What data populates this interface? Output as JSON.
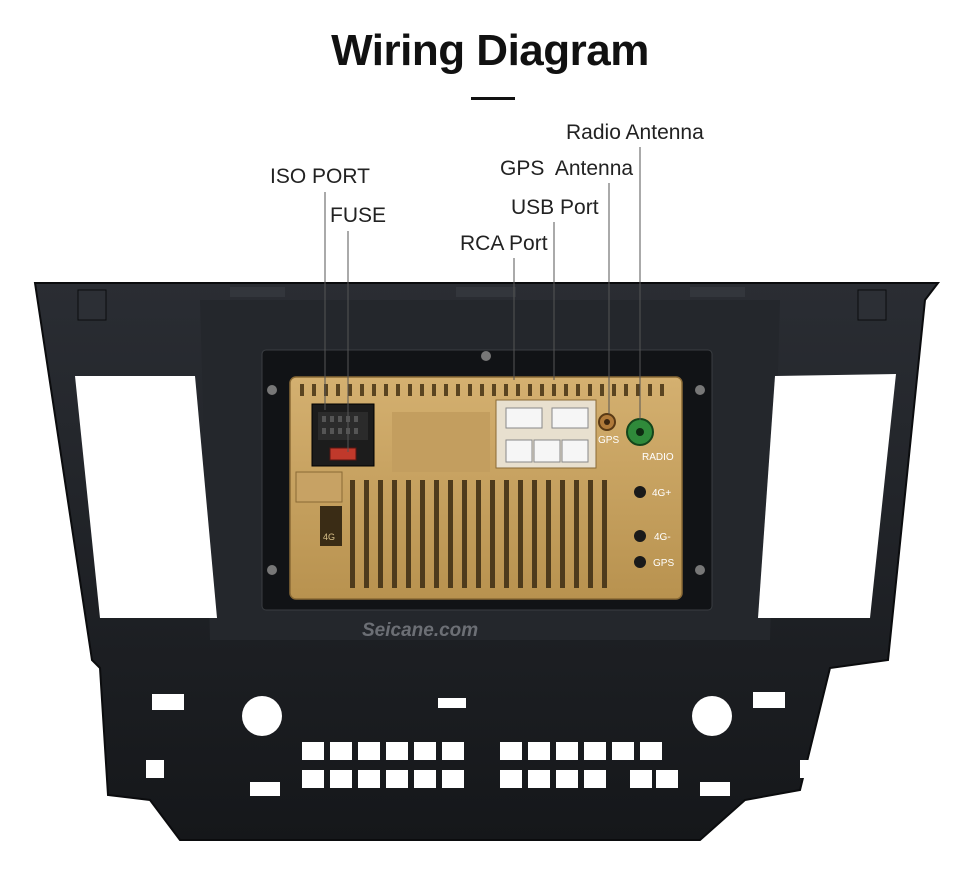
{
  "title": "Wiring Diagram",
  "callouts": {
    "radio_antenna": "Radio Antenna",
    "gps_antenna": "GPS  Antenna",
    "iso_port": "ISO PORT",
    "fuse": "FUSE",
    "usb_port": "USB Port",
    "rca_port": "RCA Port"
  },
  "unit_markings": {
    "gps": "GPS",
    "radio": "RADIO",
    "fourg_plus": "4G+",
    "fourg_minus": "4G-",
    "gps_lower": "GPS",
    "fourg_side": "4G"
  },
  "watermark": "Seicane.com",
  "colors": {
    "frame": "#1a1c20",
    "chassis": "#c9a566",
    "radio_connector": "#2f8a3a",
    "gps_connector": "#b07a3a"
  }
}
